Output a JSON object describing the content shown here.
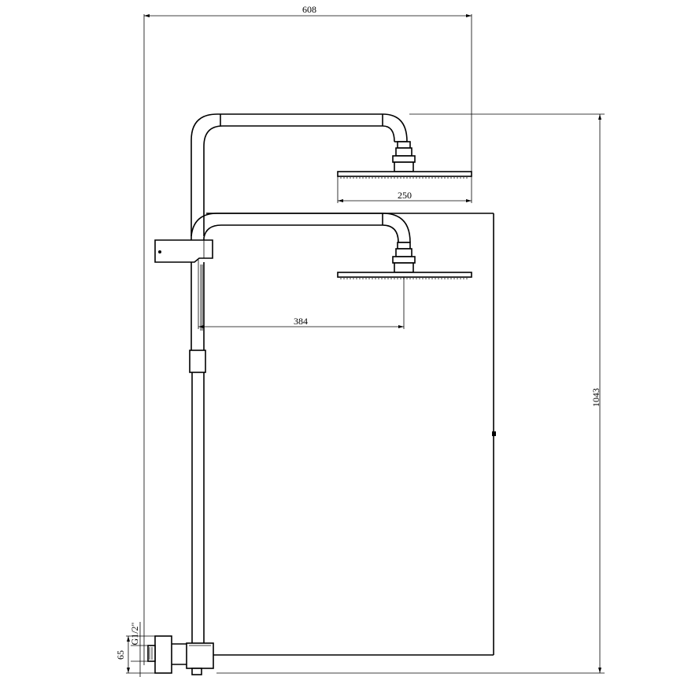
{
  "dimensions": {
    "overall_width": "608",
    "shower_head_diameter": "250",
    "lower_arm_reach": "384",
    "overall_height": "1043",
    "inlet_thread": "G1/2\"",
    "inlet_offset": "65"
  }
}
